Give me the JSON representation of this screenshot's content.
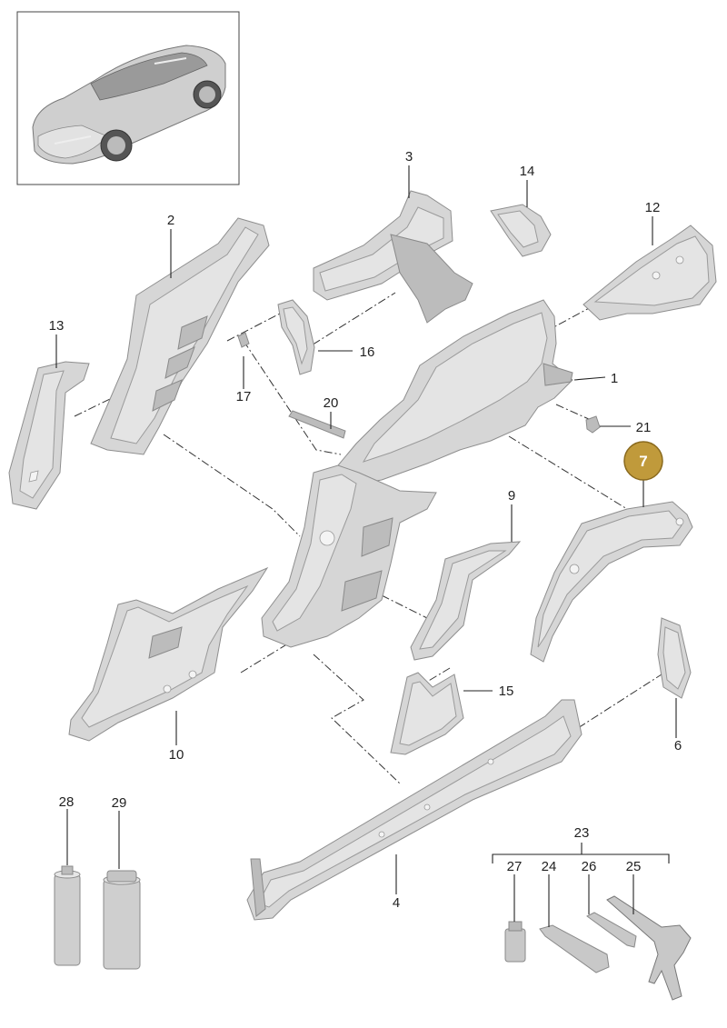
{
  "labels": {
    "l1": "1",
    "l2": "2",
    "l3": "3",
    "l4": "4",
    "l6": "6",
    "l7": "7",
    "l9": "9",
    "l10": "10",
    "l12": "12",
    "l13": "13",
    "l14": "14",
    "l15": "15",
    "l16": "16",
    "l17": "17",
    "l20": "20",
    "l21": "21",
    "l23": "23",
    "l24": "24",
    "l25": "25",
    "l26": "26",
    "l27": "27",
    "l28": "28",
    "l29": "29"
  },
  "highlight": {
    "part": "7",
    "color": "#c09a3b"
  },
  "colors": {
    "part_fill": "#d6d6d6",
    "line": "#222222",
    "background": "#ffffff"
  }
}
